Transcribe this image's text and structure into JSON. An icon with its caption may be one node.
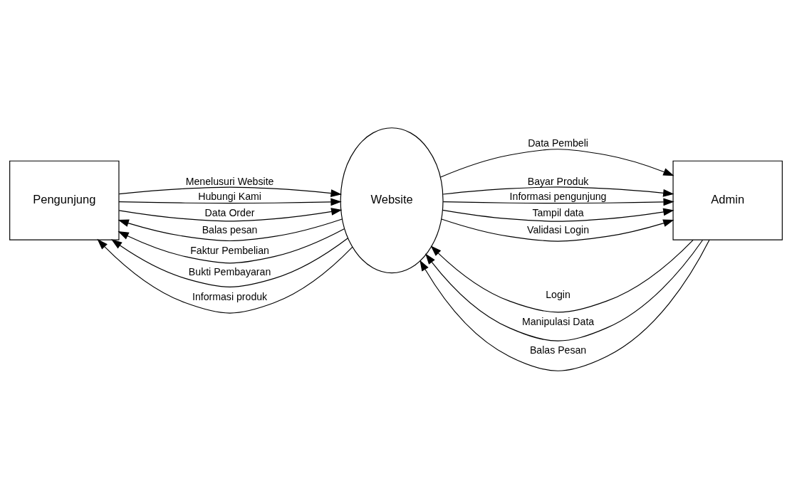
{
  "diagram": {
    "nodes": [
      {
        "text": [
          "Pengunjung"
        ]
      },
      {
        "text": [
          "Website"
        ]
      },
      {
        "text": [
          "Admin"
        ]
      }
    ],
    "edges": [
      {
        "from": 0,
        "to": 1,
        "arrow": "to",
        "label": "Menelusuri Website"
      },
      {
        "from": 0,
        "to": 1,
        "arrow": "to",
        "label": "Hubungi Kami"
      },
      {
        "from": 0,
        "to": 1,
        "arrow": "to",
        "label": "Data Order"
      },
      {
        "from": 1,
        "to": 0,
        "arrow": "to",
        "label": "Balas pesan"
      },
      {
        "from": 1,
        "to": 0,
        "arrow": "to",
        "label": "Faktur Pembelian"
      },
      {
        "from": 1,
        "to": 0,
        "arrow": "to",
        "label": "Bukti Pembayaran"
      },
      {
        "from": 1,
        "to": 0,
        "arrow": "to",
        "label": "Informasi produk"
      },
      {
        "from": 2,
        "to": 1,
        "arrow": "to",
        "label": "Login"
      },
      {
        "from": 2,
        "to": 1,
        "arrow": "to",
        "label": "Manipulasi Data"
      },
      {
        "from": 1,
        "to": 2,
        "arrow": "to",
        "label": "Data Pembeli"
      },
      {
        "from": 1,
        "to": 2,
        "arrow": "to",
        "label": "Bayar Produk"
      },
      {
        "from": 2,
        "to": 1,
        "arrow": "to",
        "label": "Balas Pesan"
      },
      {
        "from": 1,
        "to": 2,
        "arrow": "to",
        "label": "Informasi pengunjung"
      },
      {
        "from": 1,
        "to": 2,
        "arrow": "to",
        "label": "Tampil data"
      },
      {
        "from": 1,
        "to": 2,
        "arrow": "to",
        "label": "Validasi Login"
      }
    ]
  }
}
